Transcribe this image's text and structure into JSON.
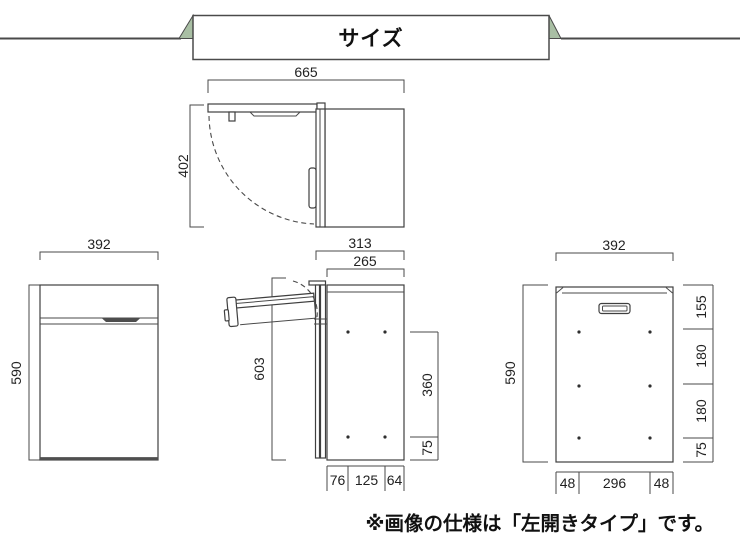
{
  "banner": {
    "title": "サイズ",
    "ribbon_color": "#a9bfa4",
    "line_color": "#4a4a4a"
  },
  "views": {
    "top": {
      "open_width": "665",
      "open_depth": "402"
    },
    "front": {
      "width": "392",
      "height": "590"
    },
    "side": {
      "depth": "313",
      "body_depth": "265",
      "open_height": "603",
      "hole_pitch": "360",
      "hole_bottom_offset": "75",
      "bottom_segments": [
        "76",
        "125",
        "64"
      ]
    },
    "rear": {
      "width": "392",
      "height": "590",
      "right_segments": [
        "155",
        "180",
        "180",
        "75"
      ],
      "bottom_segments": [
        "48",
        "296",
        "48"
      ]
    }
  },
  "caption": "※画像の仕様は「左開きタイプ」です。"
}
